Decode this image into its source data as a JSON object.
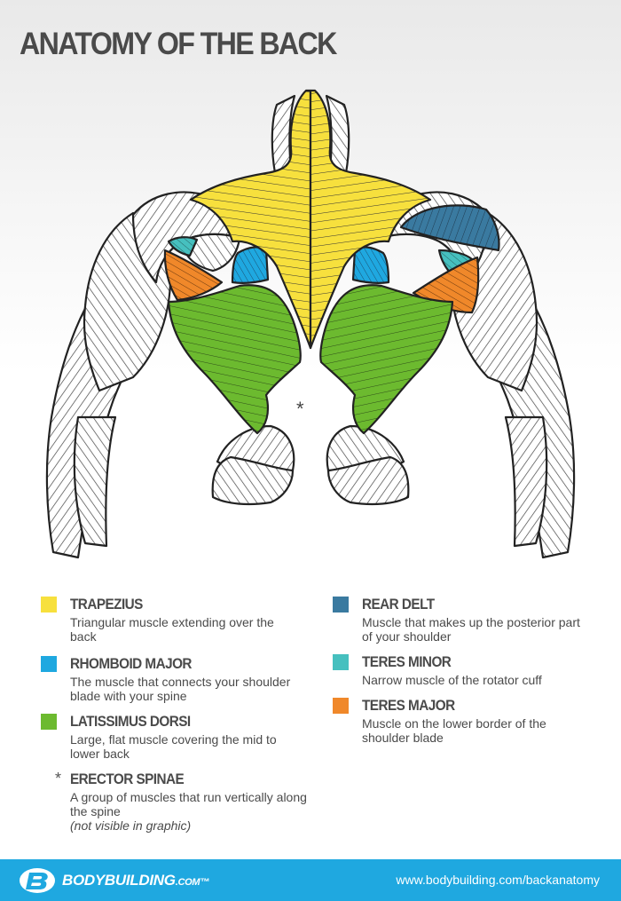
{
  "title": "ANATOMY OF THE BACK",
  "diagram": {
    "marker": "*"
  },
  "legend": {
    "trapezius": {
      "name": "TRAPEZIUS",
      "description": "Triangular muscle extending over the back",
      "color": "#f7e03d"
    },
    "rhomboid_major": {
      "name": "RHOMBOID MAJOR",
      "description": "The muscle that connects your shoulder blade with your spine",
      "color": "#1fa8e0"
    },
    "latissimus_dorsi": {
      "name": "LATISSIMUS DORSI",
      "description": "Large, flat muscle covering the mid to lower back",
      "color": "#6cba2f"
    },
    "erector_spinae": {
      "name": "ERECTOR SPINAE",
      "marker": "*",
      "description": "A group of muscles that run vertically along the spine",
      "note": "(not visible in graphic)"
    },
    "rear_delt": {
      "name": "REAR DELT",
      "description": "Muscle that makes up the posterior part of your shoulder",
      "color": "#3a7aa0"
    },
    "teres_minor": {
      "name": "TERES MINOR",
      "description": "Narrow muscle of the rotator cuff",
      "color": "#46c0bf"
    },
    "teres_major": {
      "name": "TERES MAJOR",
      "description": "Muscle on the lower border of the shoulder blade",
      "color": "#f0882a"
    }
  },
  "footer": {
    "brand_main": "BODYBUILDING",
    "brand_suffix": ".COM",
    "trademark": "™",
    "url": "www.bodybuilding.com/backanatomy",
    "color": "#1fa8e0"
  }
}
